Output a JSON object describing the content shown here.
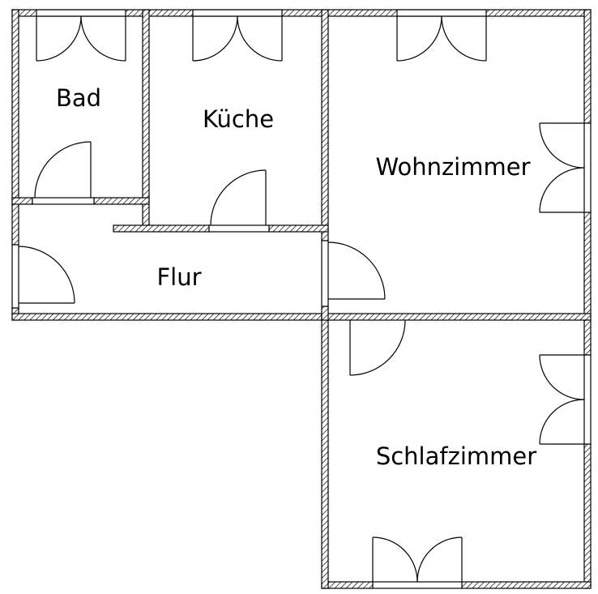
{
  "rooms": {
    "bad": "Bad",
    "kueche": "Küche",
    "wohnzimmer": "Wohnzimmer",
    "flur": "Flur",
    "schlafzimmer": "Schlafzimmer"
  },
  "colors": {
    "wall_outline": "#000000",
    "wall_hatch": "#000000",
    "background": "#ffffff"
  }
}
